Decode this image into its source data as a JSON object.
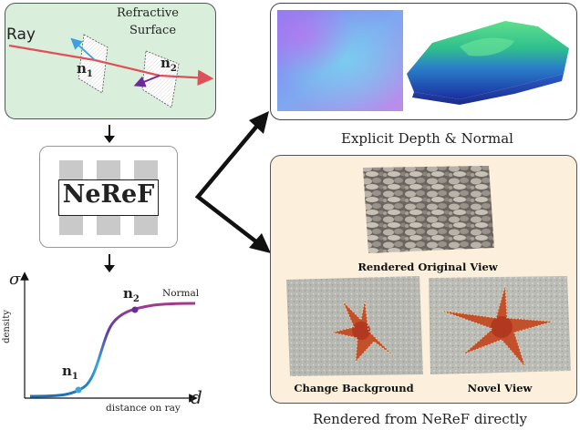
{
  "refraction": {
    "ray_label": "Ray",
    "surface_label_line1": "Refractive",
    "surface_label_line2": "Surface",
    "normal1": "n",
    "normal1_sub": "1",
    "normal2": "n",
    "normal2_sub": "2",
    "colors": {
      "panel_fill": "#d9eedb",
      "ray": "#e0505a",
      "n1_arrow": "#3aa0e0",
      "n2_arrow": "#6a2a9a"
    }
  },
  "model": {
    "label": "NeReF"
  },
  "density_plot": {
    "y_symbol": "σ",
    "y_label": "density",
    "x_symbol": "d",
    "x_label": "distance on ray",
    "point1_label": "n",
    "point1_sub": "1",
    "point2_label": "n",
    "point2_sub": "2",
    "curve_label": "Normal",
    "colors": {
      "start": "#1f6fb5",
      "middle": "#3aa6dc",
      "upper": "#5b3fa0",
      "end": "#a23a8f"
    }
  },
  "explicit_panel": {
    "caption": "Explicit Depth & Normal",
    "image1": "normal-map",
    "image2": "depth-surface"
  },
  "render_panel": {
    "caption": "Rendered from NeReF directly",
    "image_top_caption": "Rendered Original View",
    "image_left_caption": "Change Background",
    "image_right_caption": "Novel View",
    "colors": {
      "panel_fill": "#fcf0dc"
    }
  }
}
